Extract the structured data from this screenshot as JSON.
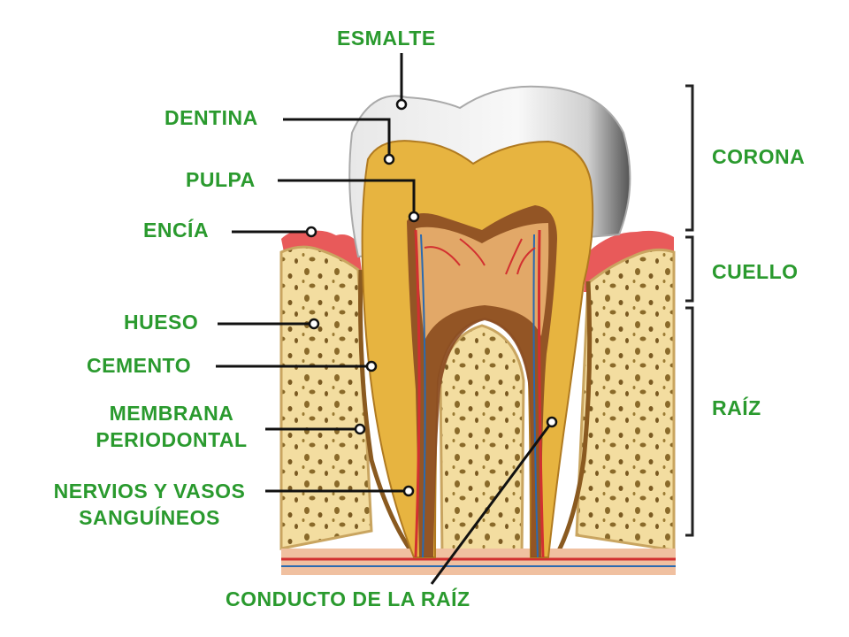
{
  "labels": {
    "esmalte": "ESMALTE",
    "dentina": "DENTINA",
    "pulpa": "PULPA",
    "encia": "ENCÍA",
    "hueso": "HUESO",
    "cemento": "CEMENTO",
    "membrana_1": "MEMBRANA",
    "membrana_2": "PERIODONTAL",
    "nervios_1": "NERVIOS Y VASOS",
    "nervios_2": "SANGUÍNEOS",
    "conducto": "CONDUCTO DE LA RAÍZ",
    "corona": "CORONA",
    "cuello": "CUELLO",
    "raiz": "RAÍZ"
  },
  "colors": {
    "label_green": "#2a9a2e",
    "enamel": "#f2f2f2",
    "dentin": "#e7b440",
    "pulp": "#c98a3a",
    "bone": "#f3dda0",
    "gum": "#e85a5a"
  }
}
